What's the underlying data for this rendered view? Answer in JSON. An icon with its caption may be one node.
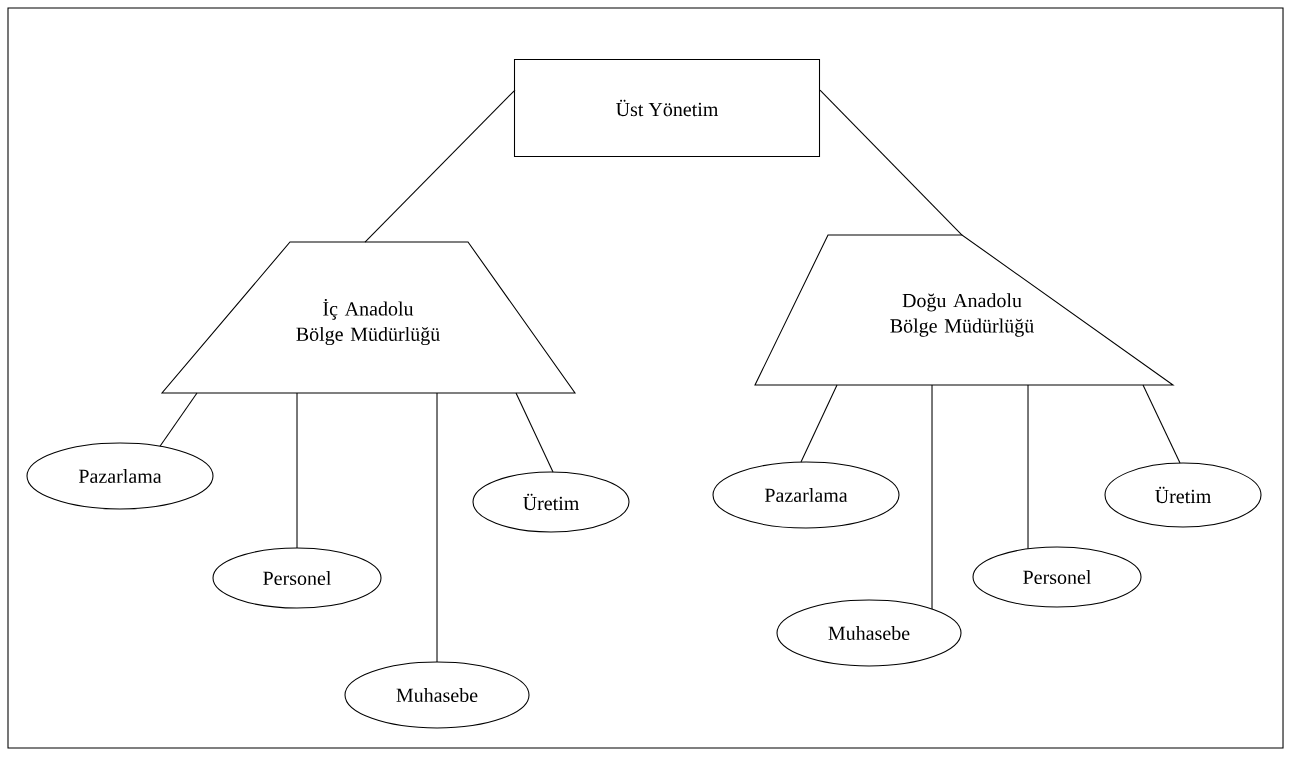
{
  "diagram": {
    "nodes": [
      {
        "text": [
          "Üst Yönetim"
        ]
      },
      {
        "text": [
          "İç Anadolu Bölge Müdürlüğü"
        ]
      },
      {
        "text": [
          "Doğu Anadolu Bölge Müdürlüğü"
        ]
      },
      {
        "text": [
          "Pazarlama"
        ]
      },
      {
        "text": [
          "Personel"
        ]
      },
      {
        "text": [
          "Muhasebe"
        ]
      },
      {
        "text": [
          "Üretim"
        ]
      },
      {
        "text": [
          "Pazarlama"
        ]
      },
      {
        "text": [
          "Muhasebe"
        ]
      },
      {
        "text": [
          "Personel"
        ]
      },
      {
        "text": [
          "Üretim"
        ]
      }
    ],
    "edges": [
      {
        "from": 0,
        "to": 1,
        "arrow": "none"
      },
      {
        "from": 0,
        "to": 2,
        "arrow": "none"
      },
      {
        "from": 1,
        "to": 3,
        "arrow": "none"
      },
      {
        "from": 1,
        "to": 4,
        "arrow": "none"
      },
      {
        "from": 1,
        "to": 5,
        "arrow": "none"
      },
      {
        "from": 1,
        "to": 6,
        "arrow": "none"
      },
      {
        "from": 2,
        "to": 7,
        "arrow": "none"
      },
      {
        "from": 2,
        "to": 8,
        "arrow": "none"
      },
      {
        "from": 2,
        "to": 9,
        "arrow": "none"
      },
      {
        "from": 2,
        "to": 10,
        "arrow": "none"
      }
    ]
  }
}
